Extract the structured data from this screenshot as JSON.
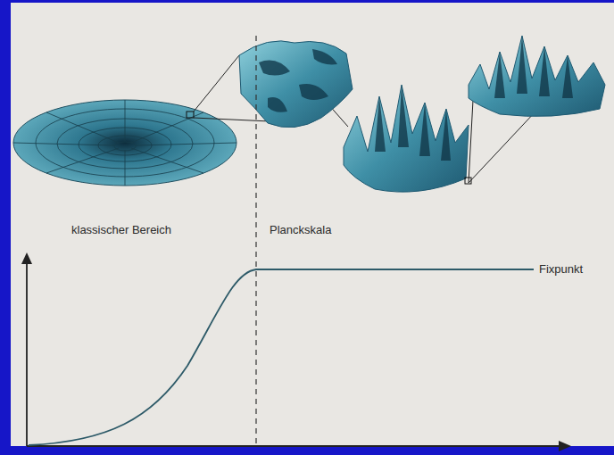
{
  "diagram": {
    "labels": [
      "klassischer Bereich",
      "Planckskala",
      "Fixpunkt"
    ]
  }
}
